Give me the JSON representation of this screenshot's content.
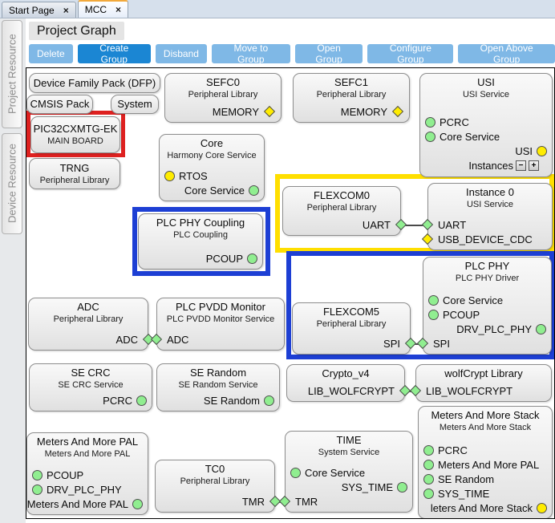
{
  "icons": {
    "close": "×",
    "minus": "−",
    "plus": "+"
  },
  "tabs": [
    {
      "label": "Start Page",
      "selected": false
    },
    {
      "label": "MCC",
      "selected": true
    }
  ],
  "sidebar": {
    "tabs": [
      "Project Resource",
      "Device Resource"
    ]
  },
  "header": {
    "title": "Project Graph"
  },
  "toolbar": {
    "buttons": [
      {
        "label": "Delete",
        "active": false
      },
      {
        "label": "Create Group",
        "active": true
      },
      {
        "label": "Disband",
        "active": false
      },
      {
        "label": "Move to Group",
        "active": false
      },
      {
        "label": "Open Group",
        "active": false
      },
      {
        "label": "Configure Group",
        "active": false
      },
      {
        "label": "Open Above Group",
        "active": false
      }
    ]
  },
  "canvas": {
    "groups": [
      {
        "id": "red",
        "color": "#de2120"
      },
      {
        "id": "yellow",
        "color": "#ffdf00"
      },
      {
        "id": "blue-coupling",
        "color": "#1d3fd4"
      },
      {
        "id": "blue-phy",
        "color": "#1d3fd4"
      }
    ],
    "blocks": [
      {
        "id": "dfp",
        "title": "Device Family Pack (DFP)"
      },
      {
        "id": "cmsis",
        "title": "CMSIS Pack"
      },
      {
        "id": "system",
        "title": "System"
      },
      {
        "id": "pic32",
        "title": "PIC32CXMTG-EK",
        "subtitle": "MAIN BOARD"
      },
      {
        "id": "trng",
        "title": "TRNG",
        "subtitle": "Peripheral Library"
      },
      {
        "id": "sefc0",
        "title": "SEFC0",
        "subtitle": "Peripheral Library",
        "ports": [
          {
            "label": "MEMORY",
            "side": "right",
            "shape": "diamond",
            "color": "yellow"
          }
        ]
      },
      {
        "id": "sefc1",
        "title": "SEFC1",
        "subtitle": "Peripheral Library",
        "ports": [
          {
            "label": "MEMORY",
            "side": "right",
            "shape": "diamond",
            "color": "yellow"
          }
        ]
      },
      {
        "id": "usi",
        "title": "USI",
        "subtitle": "USI Service",
        "ports": [
          {
            "label": "PCRC",
            "side": "left",
            "shape": "circle",
            "color": "green"
          },
          {
            "label": "Core Service",
            "side": "left",
            "shape": "circle",
            "color": "green"
          },
          {
            "label": "USI",
            "side": "right",
            "shape": "circle",
            "color": "yellow"
          }
        ],
        "instances": {
          "label": "Instances",
          "minus": "−",
          "plus": "+"
        }
      },
      {
        "id": "core",
        "title": "Core",
        "subtitle": "Harmony Core Service",
        "ports": [
          {
            "label": "RTOS",
            "side": "left",
            "shape": "circle",
            "color": "yellow"
          },
          {
            "label": "Core Service",
            "side": "right",
            "shape": "circle",
            "color": "green"
          }
        ]
      },
      {
        "id": "flexcom0",
        "title": "FLEXCOM0",
        "subtitle": "Peripheral Library",
        "ports": [
          {
            "label": "UART",
            "side": "right",
            "shape": "diamond",
            "color": "green",
            "on_edge": true
          }
        ]
      },
      {
        "id": "instance0",
        "title": "Instance 0",
        "subtitle": "USI Service",
        "ports": [
          {
            "label": "UART",
            "side": "left",
            "shape": "diamond",
            "color": "green",
            "on_edge": true
          },
          {
            "label": "USB_DEVICE_CDC",
            "side": "left",
            "shape": "diamond",
            "color": "yellow",
            "on_edge": true
          }
        ]
      },
      {
        "id": "plc_coupling",
        "title": "PLC PHY Coupling",
        "subtitle": "PLC Coupling",
        "ports": [
          {
            "label": "PCOUP",
            "side": "right",
            "shape": "circle",
            "color": "green"
          }
        ]
      },
      {
        "id": "flexcom5",
        "title": "FLEXCOM5",
        "subtitle": "Peripheral Library",
        "ports": [
          {
            "label": "SPI",
            "side": "right",
            "shape": "diamond",
            "color": "green",
            "on_edge": true
          }
        ]
      },
      {
        "id": "plc_phy",
        "title": "PLC PHY",
        "subtitle": "PLC PHY Driver",
        "ports": [
          {
            "label": "Core Service",
            "side": "left",
            "shape": "circle",
            "color": "green"
          },
          {
            "label": "PCOUP",
            "side": "left",
            "shape": "circle",
            "color": "green"
          },
          {
            "label": "DRV_PLC_PHY",
            "side": "right",
            "shape": "circle",
            "color": "green"
          },
          {
            "label": "SPI",
            "side": "left",
            "shape": "diamond",
            "color": "green",
            "on_edge": true
          }
        ]
      },
      {
        "id": "adc",
        "title": "ADC",
        "subtitle": "Peripheral Library",
        "ports": [
          {
            "label": "ADC",
            "side": "right",
            "shape": "diamond",
            "color": "green",
            "on_edge": true
          }
        ]
      },
      {
        "id": "pvdd",
        "title": "PLC PVDD Monitor",
        "subtitle": "PLC PVDD Monitor Service",
        "ports": [
          {
            "label": "ADC",
            "side": "left",
            "shape": "diamond",
            "color": "green",
            "on_edge": true
          }
        ]
      },
      {
        "id": "secrc",
        "title": "SE CRC",
        "subtitle": "SE CRC Service",
        "ports": [
          {
            "label": "PCRC",
            "side": "right",
            "shape": "circle",
            "color": "green"
          }
        ]
      },
      {
        "id": "serandom",
        "title": "SE Random",
        "subtitle": "SE Random Service",
        "ports": [
          {
            "label": "SE Random",
            "side": "right",
            "shape": "circle",
            "color": "green"
          }
        ]
      },
      {
        "id": "crypto",
        "title": "Crypto_v4",
        "ports": [
          {
            "label": "LIB_WOLFCRYPT",
            "side": "right",
            "shape": "diamond",
            "color": "green",
            "on_edge": true
          }
        ]
      },
      {
        "id": "wolfcrypt",
        "title": "wolfCrypt Library",
        "ports": [
          {
            "label": "LIB_WOLFCRYPT",
            "side": "left",
            "shape": "diamond",
            "color": "green",
            "on_edge": true
          }
        ]
      },
      {
        "id": "mmstack",
        "title": "Meters And More Stack",
        "subtitle": "Meters And More Stack",
        "ports": [
          {
            "label": "PCRC",
            "side": "left",
            "shape": "circle",
            "color": "green"
          },
          {
            "label": "Meters And More PAL",
            "side": "left",
            "shape": "circle",
            "color": "green"
          },
          {
            "label": "SE Random",
            "side": "left",
            "shape": "circle",
            "color": "green"
          },
          {
            "label": "SYS_TIME",
            "side": "left",
            "shape": "circle",
            "color": "green"
          },
          {
            "label": "leters And More Stack",
            "side": "right",
            "shape": "circle",
            "color": "yellow"
          }
        ]
      },
      {
        "id": "mmpal",
        "title": "Meters And More PAL",
        "subtitle": "Meters And More PAL",
        "ports": [
          {
            "label": "PCOUP",
            "side": "left",
            "shape": "circle",
            "color": "green"
          },
          {
            "label": "DRV_PLC_PHY",
            "side": "left",
            "shape": "circle",
            "color": "green"
          },
          {
            "label": "Meters And More PAL",
            "side": "right",
            "shape": "circle",
            "color": "green"
          }
        ]
      },
      {
        "id": "tc0",
        "title": "TC0",
        "subtitle": "Peripheral Library",
        "ports": [
          {
            "label": "TMR",
            "side": "right",
            "shape": "diamond",
            "color": "green",
            "on_edge": true
          }
        ]
      },
      {
        "id": "time",
        "title": "TIME",
        "subtitle": "System Service",
        "ports": [
          {
            "label": "Core Service",
            "side": "left",
            "shape": "circle",
            "color": "green"
          },
          {
            "label": "SYS_TIME",
            "side": "right",
            "shape": "circle",
            "color": "green"
          },
          {
            "label": "TMR",
            "side": "left",
            "shape": "diamond",
            "color": "green",
            "on_edge": true
          }
        ]
      }
    ],
    "connections": [
      {
        "from": "FLEXCOM0.UART",
        "to": "Instance 0.UART"
      },
      {
        "from": "FLEXCOM5.SPI",
        "to": "PLC PHY.SPI"
      },
      {
        "from": "ADC.ADC",
        "to": "PLC PVDD Monitor.ADC"
      },
      {
        "from": "Crypto_v4.LIB_WOLFCRYPT",
        "to": "wolfCrypt Library.LIB_WOLFCRYPT"
      },
      {
        "from": "TC0.TMR",
        "to": "TIME.TMR"
      }
    ]
  }
}
